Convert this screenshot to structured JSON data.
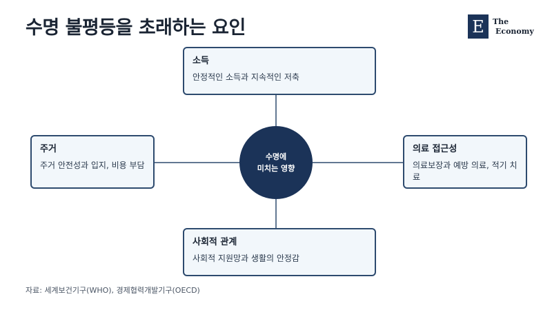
{
  "title": "수명 불평등을 초래하는 요인",
  "logo": {
    "mark": "E",
    "line1": "The",
    "line2": "Economy"
  },
  "center": {
    "line1": "수명에",
    "line2": "미치는 영향"
  },
  "factors": {
    "top": {
      "title": "소득",
      "description": "안정적인 소득과 지속적인 저축"
    },
    "left": {
      "title": "주거",
      "description": "주거 안전성과 입지, 비용 부담"
    },
    "right": {
      "title": "의료 접근성",
      "description": "의료보장과 예방 의료, 적기 치료"
    },
    "bottom": {
      "title": "사회적 관계",
      "description": "사회적 지원망과 생활의 안정감"
    }
  },
  "source": "자료: 세계보건기구(WHO), 경제협력개발기구(OECD)",
  "colors": {
    "navy": "#1b3358",
    "box_border": "#2d4a6e",
    "box_fill": "#f2f7fb",
    "connector": "#2d4a6e"
  }
}
